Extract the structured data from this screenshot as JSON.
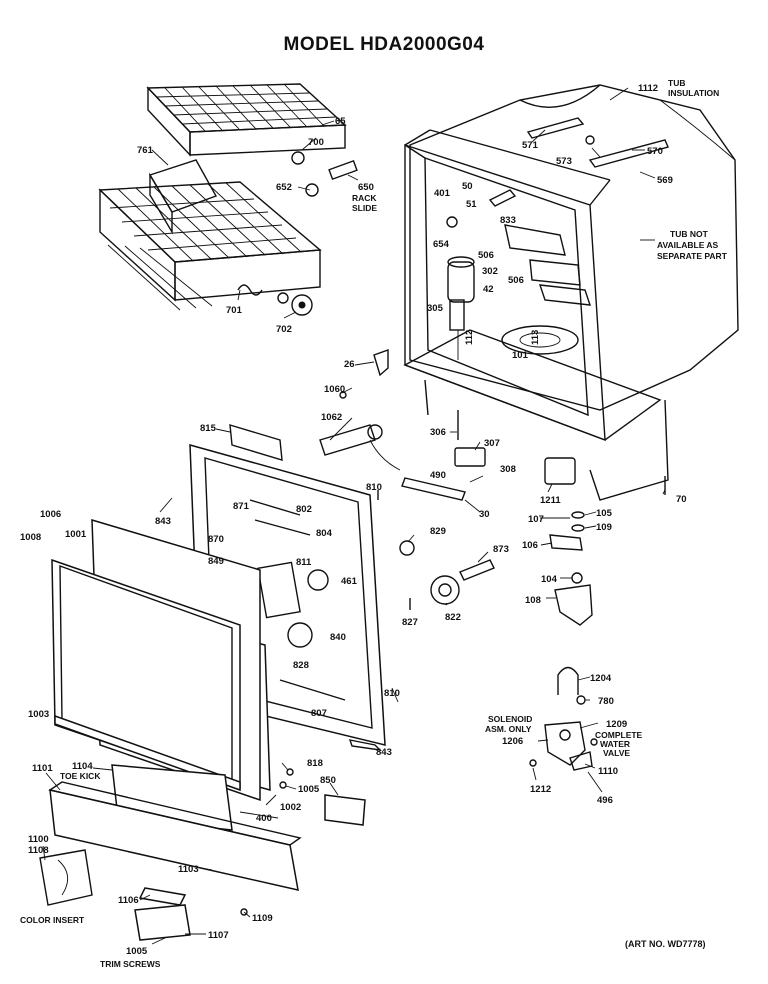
{
  "title": "MODEL HDA2000G04",
  "art_number": "(ART NO. WD7778)",
  "notes": {
    "tub_insulation": [
      "TUB",
      "INSULATION"
    ],
    "rack_slide": [
      "RACK",
      "SLIDE"
    ],
    "tub_not_available": [
      "TUB NOT",
      "AVAILABLE AS",
      "SEPARATE PART"
    ],
    "toe_kick": "TOE KICK",
    "solenoid": [
      "SOLENOID",
      "ASM. ONLY"
    ],
    "complete_valve": [
      "COMPLETE",
      "WATER",
      "VALVE"
    ],
    "color_insert": "COLOR INSERT",
    "trim_screws": "TRIM SCREWS"
  },
  "part_labels": {
    "p1112": "1112",
    "p571": "571",
    "p573": "573",
    "p570": "570",
    "p569": "569",
    "p65": "65",
    "p700": "700",
    "p761": "761",
    "p652": "652",
    "p650": "650",
    "p401": "401",
    "p50": "50",
    "p51": "51",
    "p833": "833",
    "p654": "654",
    "p506a": "506",
    "p302": "302",
    "p506b": "506",
    "p305": "305",
    "p42": "42",
    "p112": "112",
    "p113": "113",
    "p101": "101",
    "p701": "701",
    "p702": "702",
    "p26": "26",
    "p1060": "1060",
    "p1062": "1062",
    "p306": "306",
    "p307": "307",
    "p308": "308",
    "p490": "490",
    "p30": "30",
    "p1211": "1211",
    "p70": "70",
    "p815": "815",
    "p810a": "810",
    "p802": "802",
    "p804": "804",
    "p871": "871",
    "p843a": "843",
    "p1006": "1006",
    "p1001": "1001",
    "p1008": "1008",
    "p870": "870",
    "p849": "849",
    "p811": "811",
    "p461": "461",
    "p829": "829",
    "p873": "873",
    "p107": "107",
    "p105": "105",
    "p109": "109",
    "p106": "106",
    "p104": "104",
    "p108": "108",
    "p822": "822",
    "p827": "827",
    "p840": "840",
    "p828": "828",
    "p1003": "1003",
    "p807": "807",
    "p810b": "810",
    "p843b": "843",
    "p1204": "1204",
    "p780": "780",
    "p1209": "1209",
    "p1206": "1206",
    "p1101": "1101",
    "p1104": "1104",
    "p818": "818",
    "p1005a": "1005",
    "p850": "850",
    "p1002": "1002",
    "p400": "400",
    "p1110": "1110",
    "p1212": "1212",
    "p496": "496",
    "p1100": "1100",
    "p1108": "1108",
    "p1103": "1103",
    "p1106": "1106",
    "p1109": "1109",
    "p1107": "1107",
    "p1005b": "1005"
  }
}
